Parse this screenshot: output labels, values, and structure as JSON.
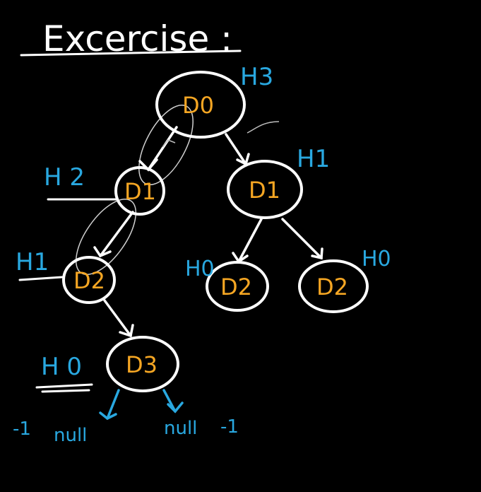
{
  "title": "Excercise :",
  "colors": {
    "background": "#000000",
    "node_label": "#f5a623",
    "height_label": "#29a8e0",
    "stroke": "#ffffff"
  },
  "nodes": {
    "root": {
      "label": "D0",
      "height": "H3"
    },
    "left": {
      "label": "D1",
      "height": "H 2"
    },
    "right": {
      "label": "D1",
      "height": "H1"
    },
    "left_left": {
      "label": "D2",
      "height": "H1"
    },
    "right_left": {
      "label": "D2",
      "height": "H0"
    },
    "right_right": {
      "label": "D2",
      "height": "H0"
    },
    "leaf": {
      "label": "D3",
      "height": "H 0"
    }
  },
  "null_children": {
    "left": {
      "label": "null",
      "value": "-1"
    },
    "right": {
      "label": "null",
      "value": "-1"
    }
  }
}
